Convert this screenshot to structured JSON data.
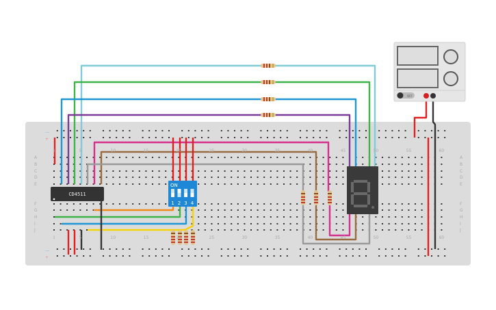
{
  "breadboard": {
    "row_letters_top": [
      "A",
      "B",
      "C",
      "D",
      "E"
    ],
    "row_letters_bottom": [
      "F",
      "G",
      "H",
      "I",
      "J"
    ],
    "column_numbers": [
      "1",
      "5",
      "10",
      "15",
      "20",
      "25",
      "30",
      "35",
      "40",
      "45",
      "50",
      "55",
      "60"
    ],
    "rail_minus": "—",
    "rail_plus": "+"
  },
  "chip": {
    "label": "CD4511",
    "color": "#333333"
  },
  "dip_switch": {
    "on_label": "ON",
    "switches": [
      "1",
      "2",
      "3",
      "4"
    ],
    "color": "#1e88d6",
    "states": [
      "off",
      "on",
      "off",
      "off"
    ]
  },
  "display": {
    "digit": "8",
    "color": "#3a3a3a"
  },
  "power_supply": {
    "switch_label": "OFF"
  },
  "wire_colors": {
    "light_blue": "#7fcbd6",
    "green": "#3db34a",
    "blue": "#1c96d4",
    "purple": "#7b3a96",
    "red": "#e02020",
    "black": "#333333",
    "pink": "#d62e8c",
    "brown": "#9a6b43",
    "gray": "#9a9a9a",
    "orange": "#f08c1c",
    "yellow": "#f5d20a"
  }
}
